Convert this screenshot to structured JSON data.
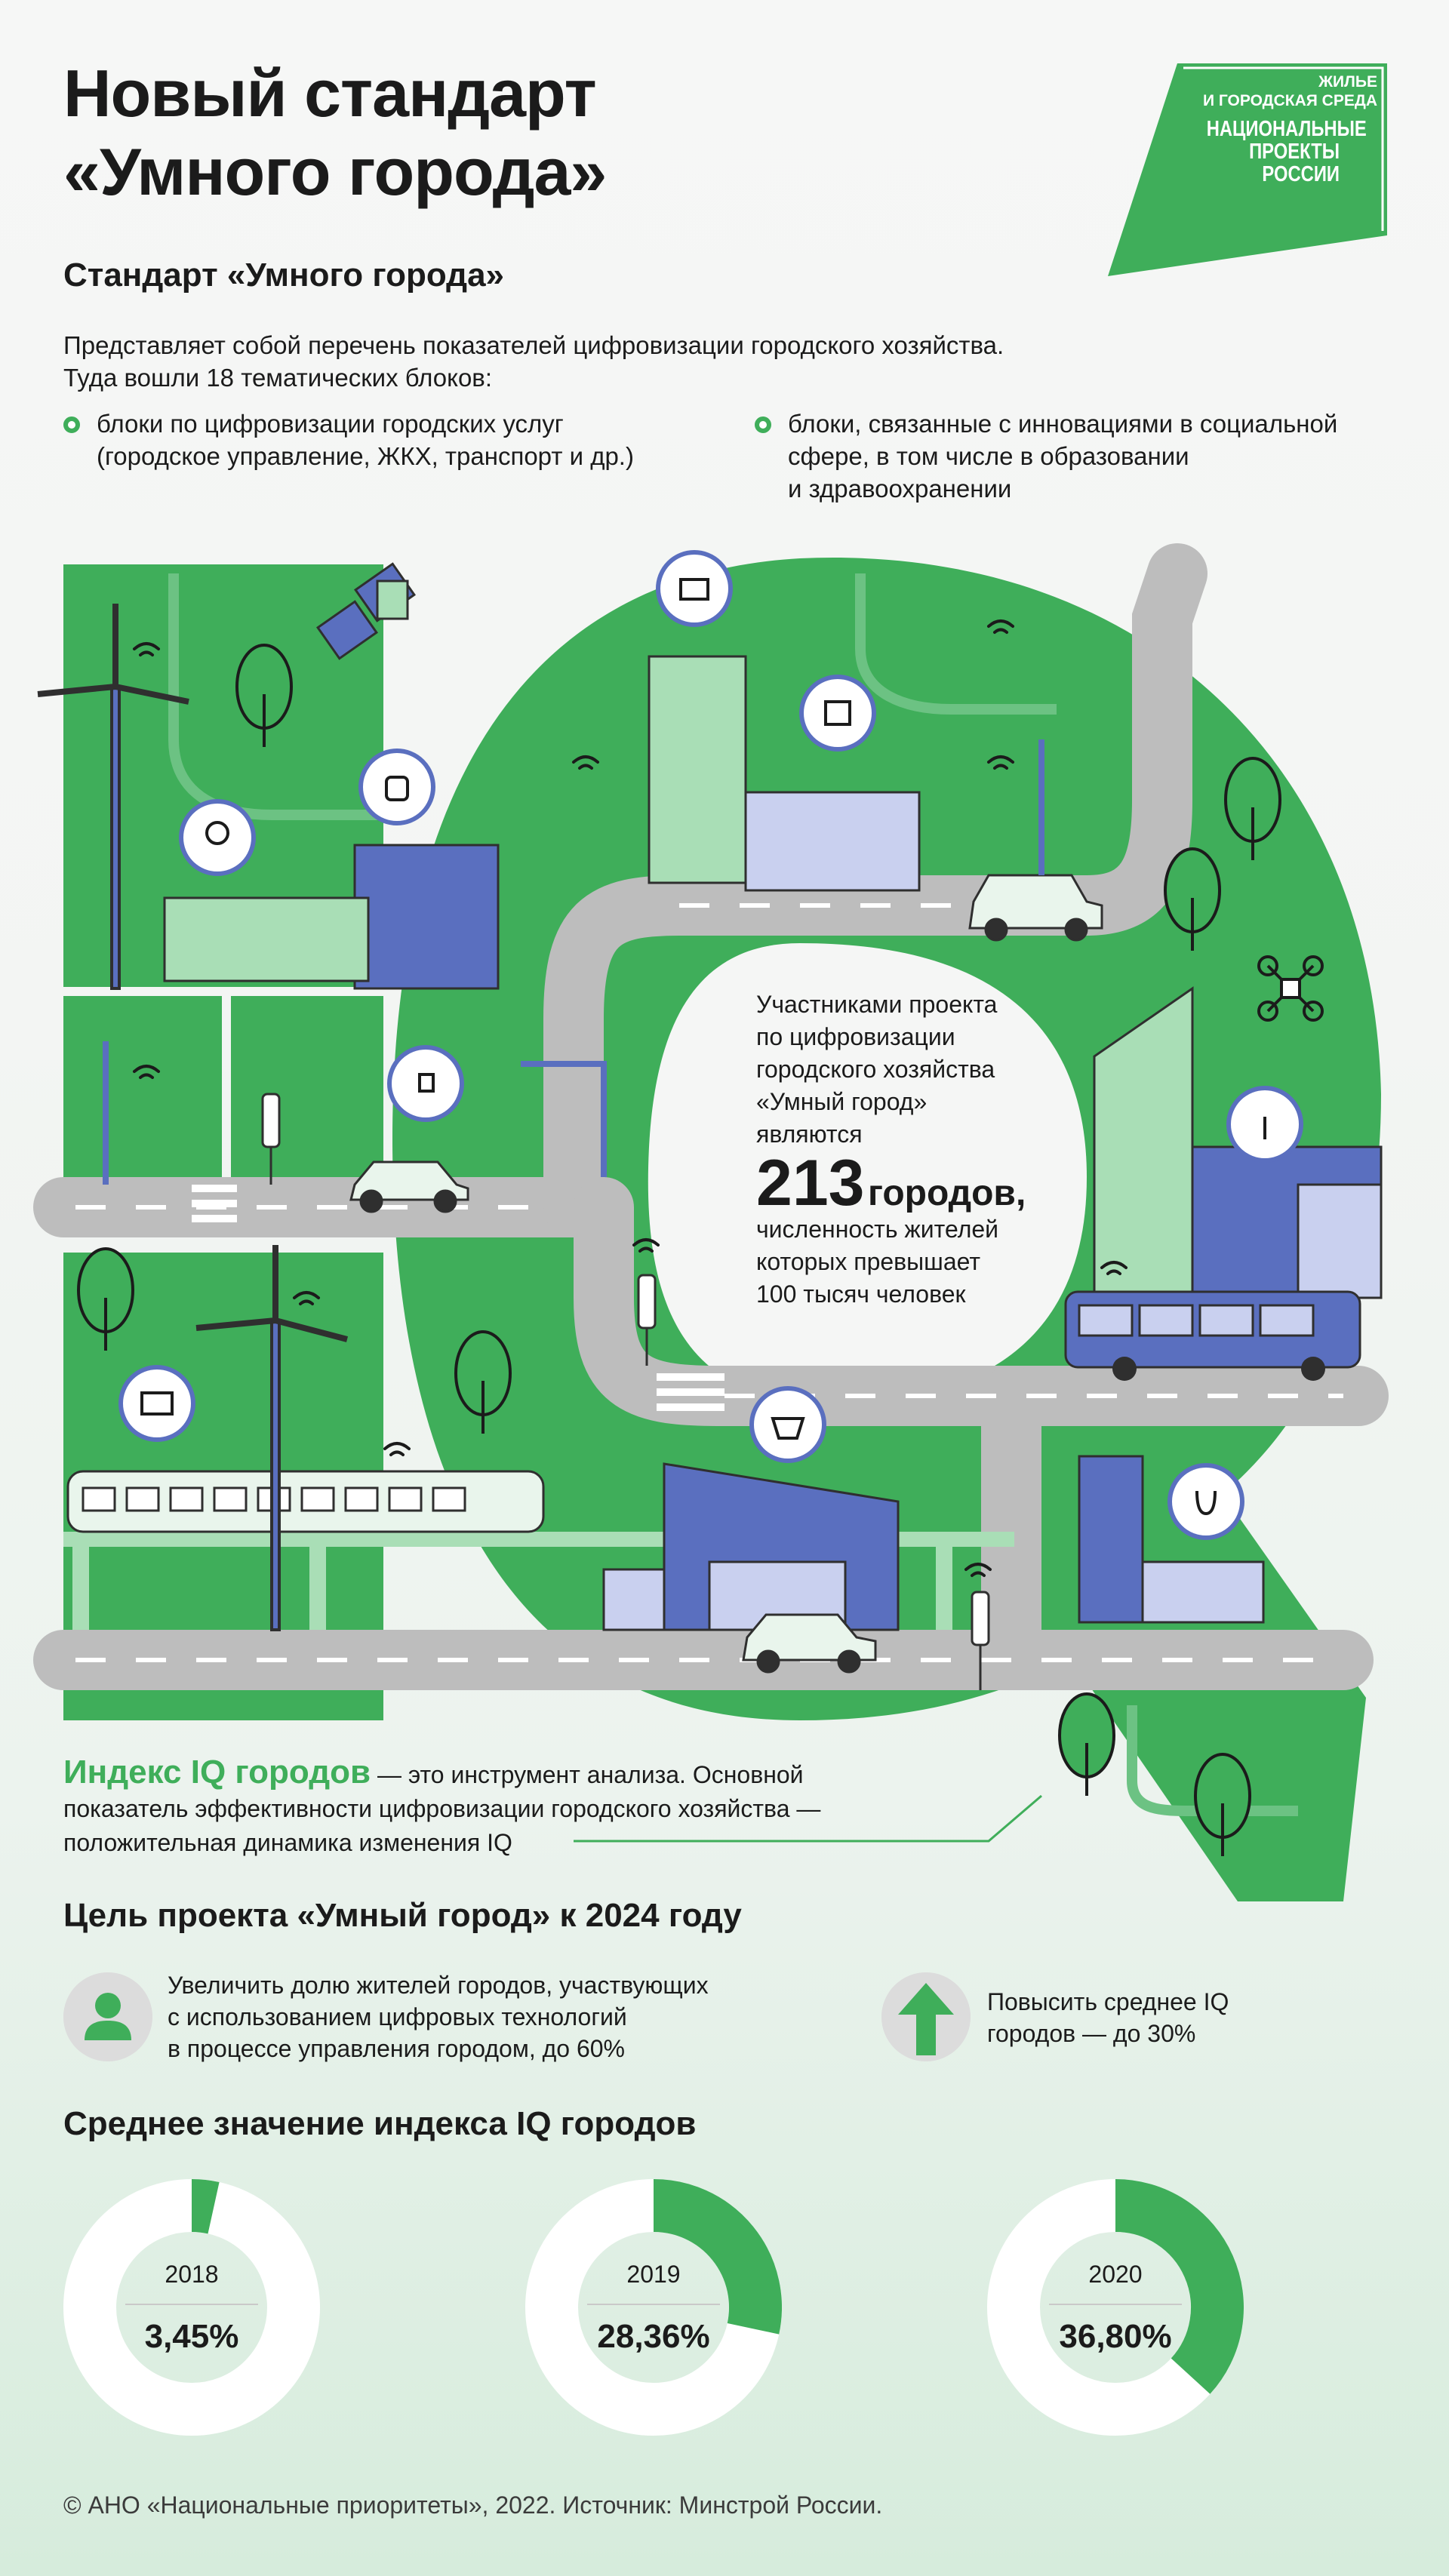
{
  "header": {
    "title_line1": "Новый стандарт",
    "title_line2": "«Умного города»",
    "logo_top_line1": "Жилье",
    "logo_top_line2": "и городская среда",
    "logo_main_line1": "Национальные",
    "logo_main_line2": "проекты",
    "logo_main_line3": "России"
  },
  "standard": {
    "subtitle": "Стандарт «Умного города»",
    "lead_line1": "Представляет собой перечень показателей цифровизации городского хозяйства.",
    "lead_line2": "Туда вошли 18 тематических блоков:",
    "bullet1_line1": "блоки по цифровизации городских услуг",
    "bullet1_line2": "(городское управление, ЖКХ, транспорт и др.)",
    "bullet2_line1": "блоки, связанные с инновациями в социальной",
    "bullet2_line2": "сфере, в том числе в образовании",
    "bullet2_line3": "и здравоохранении"
  },
  "participants": {
    "line1": "Участниками проекта",
    "line2": "по цифровизации",
    "line3": "городского хозяйства",
    "line4": "«Умный город»",
    "line5": "являются",
    "count": "213",
    "count_word": "городов,",
    "line6": "численность жителей",
    "line7": "которых превышает",
    "line8": "100 тысяч человек"
  },
  "iq_index": {
    "head": "Индекс IQ городов",
    "text1": " — это инструмент анализа. Основной",
    "text2": "показатель эффективности цифровизации городского хозяйства —",
    "text3": "положительная динамика изменения IQ"
  },
  "goal": {
    "title": "Цель проекта «Умный город» к 2024 году",
    "item1_line1": "Увеличить долю жителей городов, участвующих",
    "item1_line2": "с использованием цифровых технологий",
    "item1_line3": "в процессе управления городом, до 60%",
    "item2_line1": "Повысить среднее IQ",
    "item2_line2": "городов — до 30%",
    "icons": [
      "person-icon",
      "arrow-up-icon"
    ]
  },
  "average": {
    "title": "Среднее значение индекса IQ городов"
  },
  "chart_data": {
    "type": "pie",
    "categories": [
      "2018",
      "2019",
      "2020"
    ],
    "values": [
      3.45,
      28.36,
      36.8
    ],
    "labels": [
      "3,45%",
      "28,36%",
      "36,80%"
    ]
  },
  "colors": {
    "green": "#3fae5a",
    "light_green": "#a9deb6",
    "blue": "#5a6fbf",
    "light_blue": "#c9d0ef",
    "road": "#bdbdbd",
    "donut_bg": "#ffffff"
  },
  "footer": {
    "text": "© АНО «Национальные приоритеты», 2022. Источник: Минстрой России."
  }
}
